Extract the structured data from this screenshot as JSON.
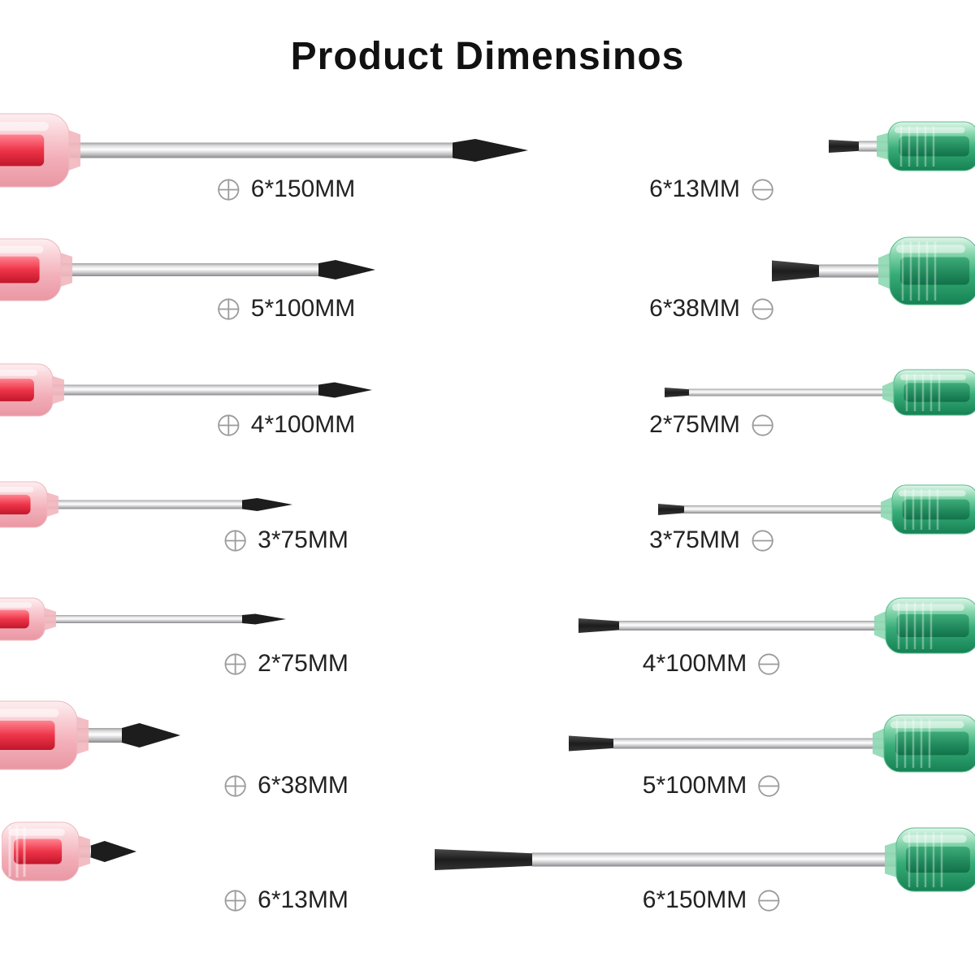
{
  "title": "Product Dimensinos",
  "left_column": {
    "tip_type": "phillips",
    "tip_icon": "phillips-circle-icon",
    "items": [
      {
        "size": "6*150MM"
      },
      {
        "size": "5*100MM"
      },
      {
        "size": "4*100MM"
      },
      {
        "size": "3*75MM"
      },
      {
        "size": "2*75MM"
      },
      {
        "size": "6*38MM"
      },
      {
        "size": "6*13MM"
      }
    ]
  },
  "right_column": {
    "tip_type": "slotted",
    "tip_icon": "slotted-circle-icon",
    "items": [
      {
        "size": "6*13MM"
      },
      {
        "size": "6*38MM"
      },
      {
        "size": "2*75MM"
      },
      {
        "size": "3*75MM"
      },
      {
        "size": "4*100MM"
      },
      {
        "size": "5*100MM"
      },
      {
        "size": "6*150MM"
      }
    ]
  },
  "colors": {
    "background": "#ffffff",
    "title_text": "#111111",
    "label_text": "#222222",
    "icon_gray": "#9b9b9b",
    "phillips_handle_pink": "#f3afb9",
    "phillips_core_red": "#ee3448",
    "slotted_handle_green": "#37ac78",
    "tip_black": "#1d1d1d",
    "shaft_silver": "#c7c7c9"
  }
}
